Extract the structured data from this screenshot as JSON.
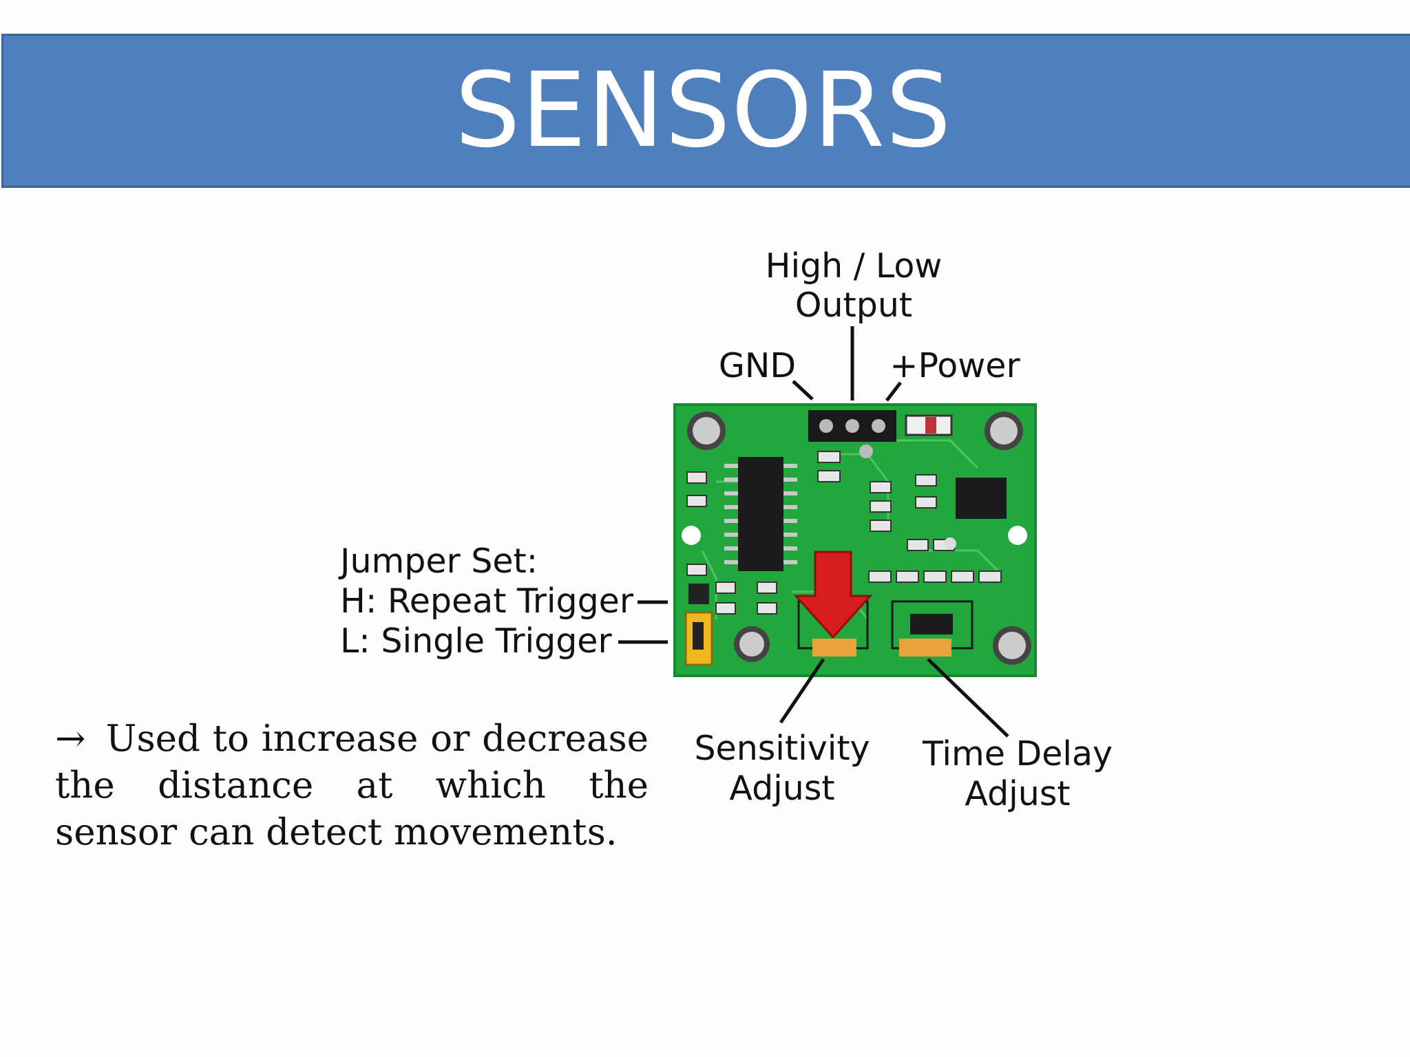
{
  "slide": {
    "title": "SENSORS",
    "accent_color": "#4f80bd",
    "description": {
      "arrow_icon": "right-arrow-icon",
      "text": "Used to increase or decrease the distance at which the sensor can detect movements."
    }
  },
  "diagram": {
    "pcb_color": "#22a63e",
    "highlight_arrow_color": "#d81d1d",
    "labels": {
      "output_line1": "High / Low",
      "output_line2": "Output",
      "gnd": "GND",
      "power": "+Power",
      "jumper_title": "Jumper Set:",
      "jumper_h": "H: Repeat Trigger",
      "jumper_l": "L: Single Trigger",
      "sensitivity_line1": "Sensitivity",
      "sensitivity_line2": "Adjust",
      "time_delay_line1": "Time Delay",
      "time_delay_line2": "Adjust"
    }
  }
}
